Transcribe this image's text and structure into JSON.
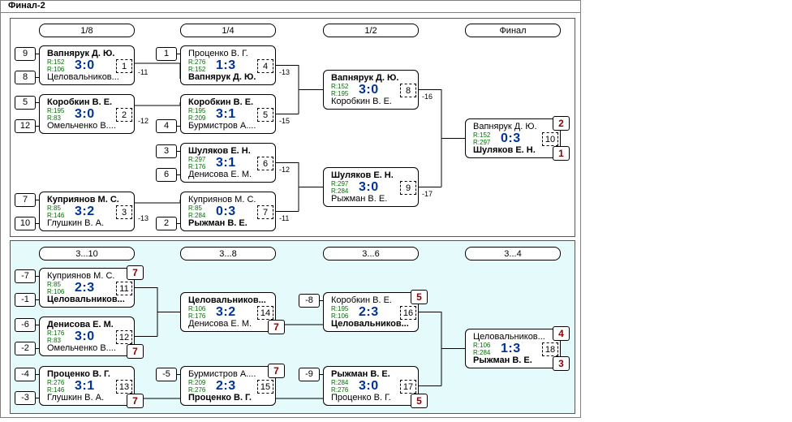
{
  "page_title": "Финал-2",
  "panel1": {
    "rounds": [
      "1/8",
      "1/4",
      "1/2",
      "Финал"
    ],
    "matches": [
      {
        "id": "m1",
        "top": "Вапнярук Д. Ю.",
        "top_rating": "R:152",
        "bottom": "Целовальников...",
        "bottom_rating": "R:106",
        "score": "3:0",
        "num": "1",
        "winner": "top",
        "top_seed": "9",
        "bottom_seed": "8",
        "loser_to": "-11"
      },
      {
        "id": "m2",
        "top": "Коробкин В. Е.",
        "top_rating": "R:195",
        "bottom": "Омельченко В....",
        "bottom_rating": "R:83",
        "score": "3:0",
        "num": "2",
        "winner": "top",
        "top_seed": "5",
        "bottom_seed": "12",
        "loser_to": "-12"
      },
      {
        "id": "m3",
        "top": "Куприянов М. С.",
        "top_rating": "R:85",
        "bottom": "Глушкин В. А.",
        "bottom_rating": "R:146",
        "score": "3:2",
        "num": "3",
        "winner": "top",
        "top_seed": "7",
        "bottom_seed": "10",
        "loser_to": "-13"
      },
      {
        "id": "m4",
        "top": "Проценко В. Г.",
        "top_rating": "R:276",
        "bottom": "Вапнярук Д. Ю.",
        "bottom_rating": "R:152",
        "score": "1:3",
        "num": "4",
        "winner": "bottom",
        "top_seed": "1",
        "loser_to": "-13"
      },
      {
        "id": "m5",
        "top": "Коробкин В. Е.",
        "top_rating": "R:195",
        "bottom": "Бурмистров А....",
        "bottom_rating": "R:209",
        "score": "3:1",
        "num": "5",
        "winner": "top",
        "bottom_seed": "4",
        "loser_to": "-15"
      },
      {
        "id": "m6",
        "top": "Шуляков Е. Н.",
        "top_rating": "R:297",
        "bottom": "Денисова Е. М.",
        "bottom_rating": "R:176",
        "score": "3:1",
        "num": "6",
        "winner": "top",
        "top_seed": "3",
        "bottom_seed": "6",
        "loser_to": "-12"
      },
      {
        "id": "m7",
        "top": "Куприянов М. С.",
        "top_rating": "R:85",
        "bottom": "Рыжман В. Е.",
        "bottom_rating": "R:284",
        "score": "0:3",
        "num": "7",
        "winner": "bottom",
        "bottom_seed": "2",
        "loser_to": "-11"
      },
      {
        "id": "m8",
        "top": "Вапнярук Д. Ю.",
        "top_rating": "R:152",
        "bottom": "Коробкин В. Е.",
        "bottom_rating": "R:195",
        "score": "3:0",
        "num": "8",
        "winner": "top",
        "loser_to": "-16"
      },
      {
        "id": "m9",
        "top": "Шуляков Е. Н.",
        "top_rating": "R:297",
        "bottom": "Рыжман В. Е.",
        "bottom_rating": "R:284",
        "score": "3:0",
        "num": "9",
        "winner": "top",
        "loser_to": "-17"
      },
      {
        "id": "m10",
        "top": "Вапнярук Д. Ю.",
        "top_rating": "R:152",
        "bottom": "Шуляков Е. Н.",
        "bottom_rating": "R:297",
        "score": "0:3",
        "num": "10",
        "winner": "bottom",
        "top_place": "2",
        "bottom_place": "1"
      }
    ]
  },
  "panel2": {
    "rounds": [
      "3...10",
      "3...8",
      "3...6",
      "3...4"
    ],
    "matches": [
      {
        "id": "m11",
        "top": "Куприянов М. С.",
        "top_rating": "R:85",
        "bottom": "Целовальников...",
        "bottom_rating": "R:106",
        "score": "2:3",
        "num": "11",
        "winner": "bottom",
        "top_seed": "-7",
        "bottom_seed": "-1",
        "top_place": "7"
      },
      {
        "id": "m12",
        "top": "Денисова Е. М.",
        "top_rating": "R:176",
        "bottom": "Омельченко В....",
        "bottom_rating": "R:83",
        "score": "3:0",
        "num": "12",
        "winner": "top",
        "top_seed": "-6",
        "bottom_seed": "-2",
        "bottom_place": "7"
      },
      {
        "id": "m13",
        "top": "Проценко В. Г.",
        "top_rating": "R:276",
        "bottom": "Глушкин В. А.",
        "bottom_rating": "R:146",
        "score": "3:1",
        "num": "13",
        "winner": "top",
        "top_seed": "-4",
        "bottom_seed": "-3",
        "bottom_place": "7"
      },
      {
        "id": "m14",
        "top": "Целовальников...",
        "top_rating": "R:106",
        "bottom": "Денисова Е. М.",
        "bottom_rating": "R:176",
        "score": "3:2",
        "num": "14",
        "winner": "top",
        "bottom_place": "7"
      },
      {
        "id": "m15",
        "top": "Бурмистров А....",
        "top_rating": "R:209",
        "bottom": "Проценко В. Г.",
        "bottom_rating": "R:276",
        "score": "2:3",
        "num": "15",
        "winner": "bottom",
        "top_seed": "-5",
        "top_place": "7"
      },
      {
        "id": "m16",
        "top": "Коробкин В. Е.",
        "top_rating": "R:195",
        "bottom": "Целовальников...",
        "bottom_rating": "R:106",
        "score": "2:3",
        "num": "16",
        "winner": "bottom",
        "top_seed": "-8",
        "top_place": "5"
      },
      {
        "id": "m17",
        "top": "Рыжман В. Е.",
        "top_rating": "R:284",
        "bottom": "Проценко В. Г.",
        "bottom_rating": "R:276",
        "score": "3:0",
        "num": "17",
        "winner": "top",
        "top_seed": "-9",
        "bottom_place": "5"
      },
      {
        "id": "m18",
        "top": "Целовальников...",
        "top_rating": "R:106",
        "bottom": "Рыжман В. Е.",
        "bottom_rating": "R:284",
        "score": "1:3",
        "num": "18",
        "winner": "bottom",
        "top_place": "4",
        "bottom_place": "3"
      }
    ]
  }
}
